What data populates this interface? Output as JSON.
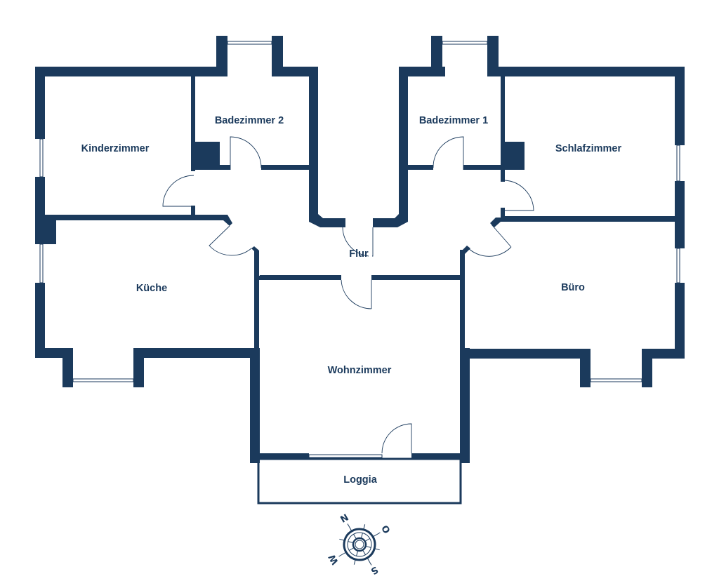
{
  "plan": {
    "colors": {
      "wall": "#1b3a5c",
      "background": "#ffffff"
    },
    "rooms": [
      {
        "id": "kinderzimmer",
        "label": "Kinderzimmer"
      },
      {
        "id": "badezimmer2",
        "label": "Badezimmer 2"
      },
      {
        "id": "badezimmer1",
        "label": "Badezimmer 1"
      },
      {
        "id": "schlafzimmer",
        "label": "Schlafzimmer"
      },
      {
        "id": "flur",
        "label": "Flur"
      },
      {
        "id": "kueche",
        "label": "Küche"
      },
      {
        "id": "buero",
        "label": "Büro"
      },
      {
        "id": "wohnzimmer",
        "label": "Wohnzimmer"
      },
      {
        "id": "loggia",
        "label": "Loggia"
      }
    ],
    "compass": {
      "icon": "compass-rose-icon",
      "north": "N",
      "east": "O",
      "south": "S",
      "west": "W"
    }
  }
}
